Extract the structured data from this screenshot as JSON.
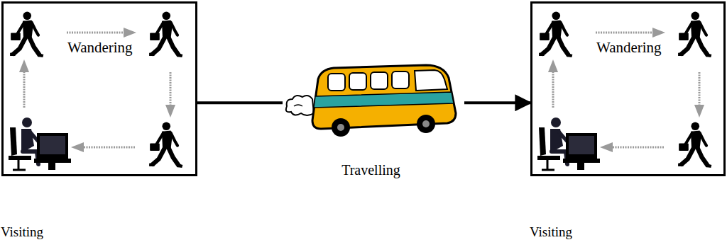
{
  "diagram": {
    "nodes": [
      {
        "text": [
          "Wandering",
          "Visiting"
        ]
      },
      {
        "text": [
          "Wandering",
          "Visiting"
        ]
      }
    ],
    "edges": [
      {
        "from": 0,
        "to": 1,
        "arrow": "to",
        "label": "Travelling"
      }
    ]
  }
}
